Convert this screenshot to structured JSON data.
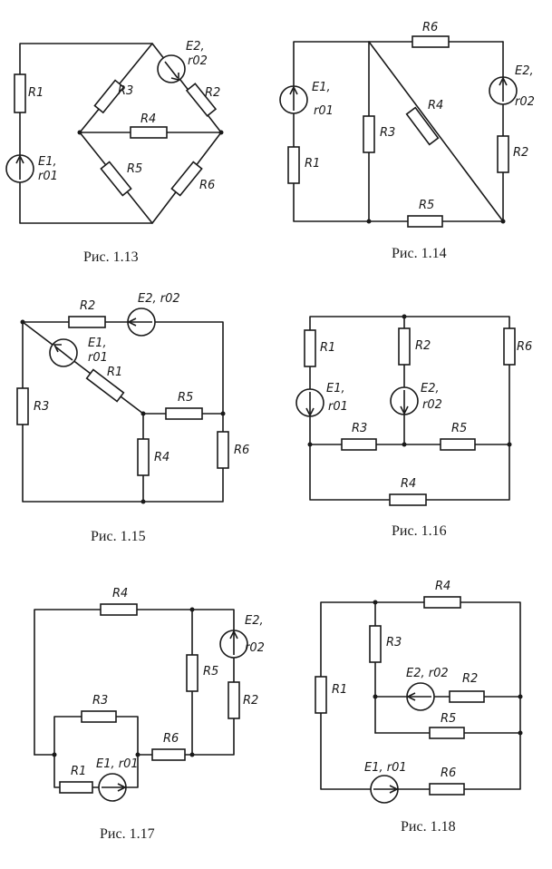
{
  "figures": [
    {
      "caption": "Рис. 1.13",
      "labels": {
        "R1": "R1",
        "R2": "R2",
        "R3": "R3",
        "R4": "R4",
        "R5": "R5",
        "R6": "R6",
        "E1": "E1,",
        "r1": "r01",
        "E2": "E2,",
        "r2": "r02"
      }
    },
    {
      "caption": "Рис. 1.14",
      "labels": {
        "R1": "R1",
        "R2": "R2",
        "R3": "R3",
        "R4": "R4",
        "R5": "R5",
        "R6": "R6",
        "E1": "E1,",
        "r1": "r01",
        "E2": "E2,",
        "r2": "r02"
      }
    },
    {
      "caption": "Рис. 1.15",
      "labels": {
        "R1": "R1",
        "R2": "R2",
        "R3": "R3",
        "R4": "R4",
        "R5": "R5",
        "R6": "R6",
        "E1": "E1,",
        "r1": "r01",
        "E2": "E2, r02"
      }
    },
    {
      "caption": "Рис. 1.16",
      "labels": {
        "R1": "R1",
        "R2": "R2",
        "R3": "R3",
        "R4": "R4",
        "R5": "R5",
        "R6": "R6",
        "E1": "E1,",
        "r1": "r01",
        "E2": "E2,",
        "r2": "r02"
      }
    },
    {
      "caption": "Рис. 1.17",
      "labels": {
        "R1": "R1",
        "R2": "R2",
        "R3": "R3",
        "R4": "R4",
        "R5": "R5",
        "R6": "R6",
        "E1": "E1, r01",
        "E2": "E2,",
        "r2": "r02"
      }
    },
    {
      "caption": "Рис. 1.18",
      "labels": {
        "R1": "R1",
        "R2": "R2",
        "R3": "R3",
        "R4": "R4",
        "R5": "R5",
        "R6": "R6",
        "E1": "E1, r01",
        "E2": "E2, r02"
      }
    }
  ]
}
